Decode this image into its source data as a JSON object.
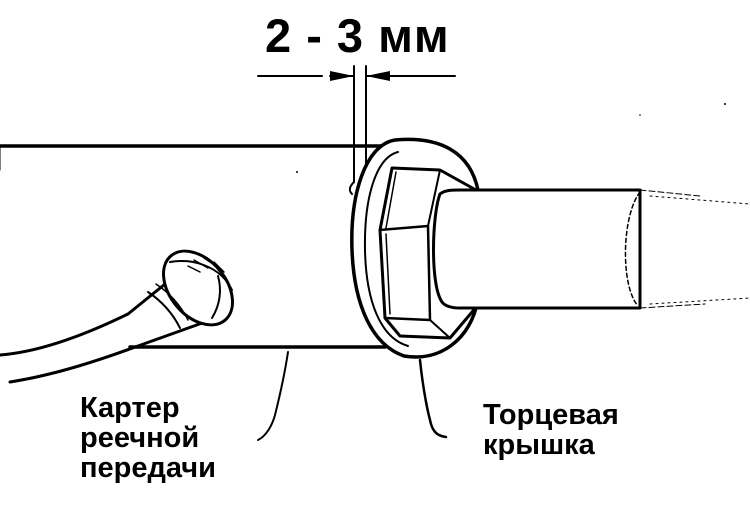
{
  "dimension": {
    "label": "2 - 3 мм"
  },
  "callouts": {
    "housing": {
      "line1": "Картер",
      "line2": "реечной",
      "line3": "передачи"
    },
    "end_cap": {
      "line1": "Торцевая",
      "line2": "крышка"
    }
  },
  "colors": {
    "ink": "#000000",
    "paper": "#ffffff"
  }
}
